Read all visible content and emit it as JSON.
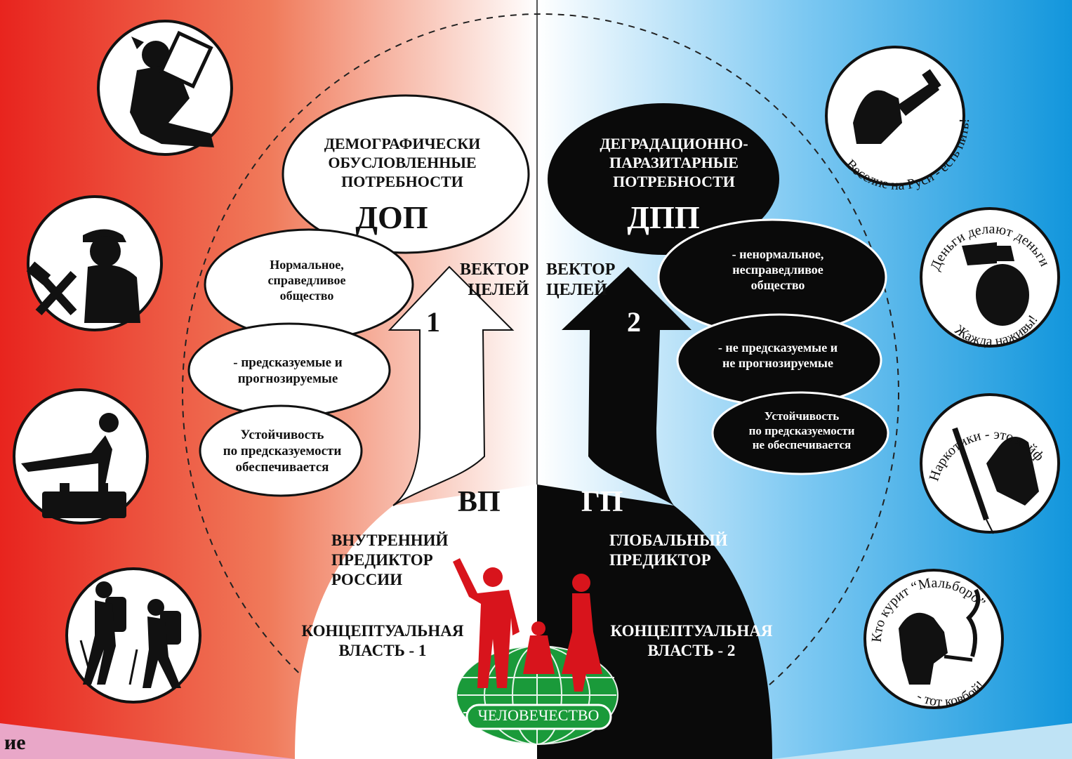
{
  "colors": {
    "left_red": "#e8241e",
    "right_blue": "#1296dc",
    "globe_green": "#1a9a3a",
    "figure_red": "#d8141c",
    "ink": "#111111"
  },
  "left": {
    "category": "ДЕМОГРАФИЧЕСКИ\nОБУСЛОВЛЕННЫЕ\nПОТРЕБНОСТИ",
    "abbr": "ДОП",
    "bubbles": [
      "Нормальное,\nсправедливое\nобщество",
      "- предсказуемые и\nпрогнозируемые",
      "Устойчивость\nпо предсказуемости\nобеспечивается"
    ],
    "arrow_number": "1",
    "vector_label": "ВЕКТОР\nЦЕЛЕЙ",
    "predictor_abbr": "ВП",
    "predictor": "ВНУТРЕННИЙ\nПРЕДИКТОР\nРОССИИ",
    "power": "КОНЦЕПТУАЛЬНАЯ\nВЛАСТЬ - 1",
    "icons": [
      "reading-child-icon",
      "worker-tools-icon",
      "gymnast-icon",
      "hikers-icon"
    ]
  },
  "right": {
    "category": "ДЕГРАДАЦИОННО-\nПАРАЗИТАРНЫЕ\nПОТРЕБНОСТИ",
    "abbr": "ДПП",
    "bubbles": [
      "- ненормальное,\nнесправедливое\nобщество",
      "- не предсказуемые и\nне прогнозируемые",
      "Устойчивость\nпо предсказуемости\nне обеспечивается"
    ],
    "arrow_number": "2",
    "vector_label": "ВЕКТОР\nЦЕЛЕЙ",
    "predictor_abbr": "ГП",
    "predictor": "ГЛОБАЛЬНЫЙ\nПРЕДИКТОР",
    "power": "КОНЦЕПТУАЛЬНАЯ\nВЛАСТЬ - 2",
    "badges": [
      {
        "icon": "drinking-man-icon",
        "slogan": "Веселие на Руси - есть пить!"
      },
      {
        "icon": "money-bag-icon",
        "slogan_top": "Деньги делают деньги",
        "slogan_bottom": "Жажда наживы!"
      },
      {
        "icon": "syringe-hand-icon",
        "slogan": "Наркотики - это кайф!"
      },
      {
        "icon": "smoking-man-icon",
        "slogan_top": "Кто курит “Мальборо”",
        "slogan_bottom": "- тот ковбой!"
      }
    ]
  },
  "center": {
    "globe_label": "ЧЕЛОВЕЧЕСТВО",
    "family_icon": "family-icon",
    "globe_icon": "globe-icon"
  },
  "corner_text": "ие"
}
